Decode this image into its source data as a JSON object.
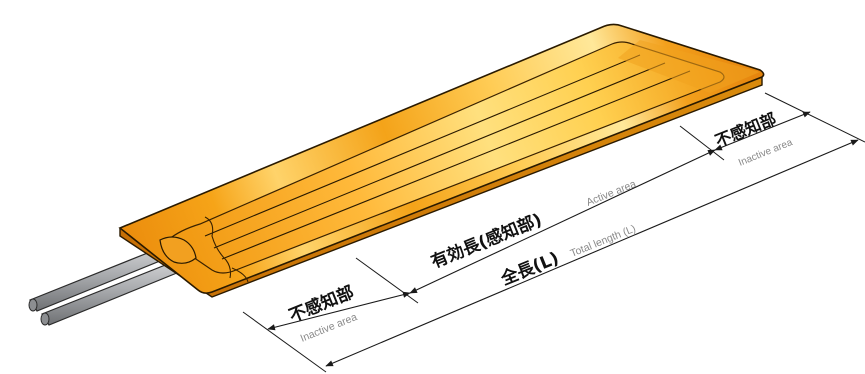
{
  "labels": {
    "inactive_left_jp": "不感知部",
    "inactive_left_en": "Inactive area",
    "active_jp": "有効長(感知部)",
    "active_en": "Active area",
    "total_jp": "全長(L)",
    "total_en": "Total length (L)",
    "inactive_right_jp": "不感知部",
    "inactive_right_en": "Inactive area"
  },
  "colors": {
    "heater_body": "#f0a019",
    "heater_highlight": "#ffe38a",
    "heater_edge": "#c87405",
    "outline": "#2a1a00",
    "lead_wire": "#a7a9ac",
    "dimension_line": "#1a1a1a",
    "label_secondary": "#8a8a8a"
  }
}
